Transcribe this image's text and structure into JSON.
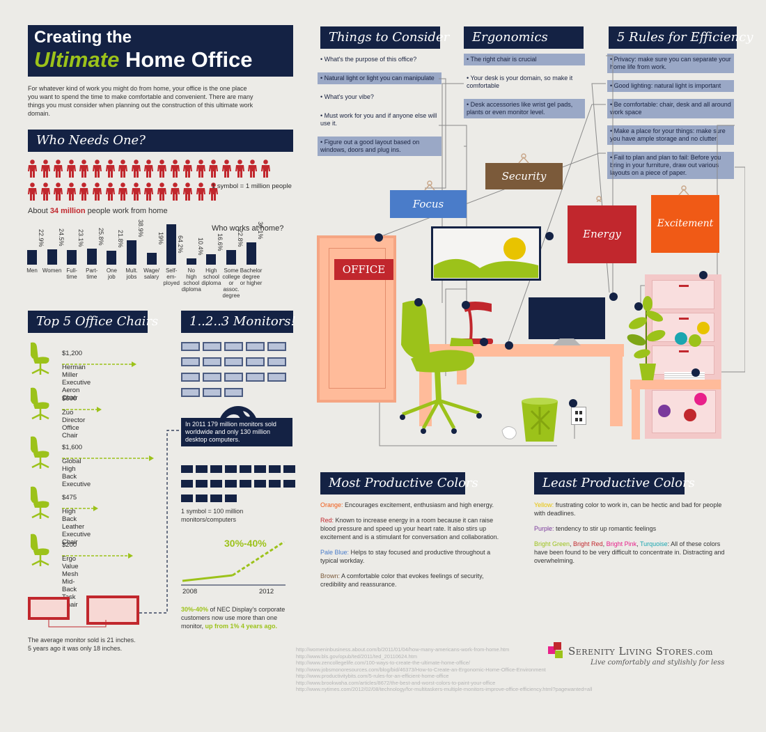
{
  "title": {
    "line1": "Creating the",
    "highlight": "Ultimate",
    "line2": "Home Office"
  },
  "intro": "For whatever kind of work you might do from home, your office is the one place you want to spend the time to make comfortable and convenient. There are many things you must consider when planning out the construction of this ultimate work domain.",
  "who_needs": {
    "heading": "Who Needs One?",
    "legend": "1 symbol = 1 million people",
    "summary_pre": "About ",
    "summary_num": "34 million",
    "summary_post": " people work from home",
    "chart_title": "Who works at home?"
  },
  "chart_data": {
    "type": "bar",
    "title": "Who works at home?",
    "categories": [
      "Men",
      "Women",
      "Full-time",
      "Part-time",
      "One job",
      "Mult. jobs",
      "Wage/ salary",
      "Self-employed",
      "No high school diploma",
      "High school diploma",
      "Some college or assoc. degree",
      "Bachelor degree or higher"
    ],
    "category_labels": [
      "Men",
      "Women",
      "Full-\ntime",
      "Part-\ntime",
      "One\njob",
      "Mult.\njobs",
      "Wage/\nsalary",
      "Self-\nem-\nployed",
      "No\nhigh\nschool\ndiploma",
      "High\nschool\ndiploma",
      "Some\ncollege\nor\nassoc.\ndegree",
      "Bachelor\ndegree\nor higher"
    ],
    "values": [
      22.9,
      24.5,
      23.1,
      25.8,
      21.8,
      38.9,
      19,
      64.2,
      10.4,
      16.6,
      22.8,
      36.1
    ],
    "value_labels": [
      "22.9%",
      "24.5%",
      "23.1%",
      "25.8%",
      "21.8%",
      "38.9%",
      "19%",
      "64.2%",
      "10.4%",
      "16.6%",
      "22.8%",
      "36.1%"
    ],
    "ylim": [
      0,
      70
    ]
  },
  "chairs": {
    "heading": "Top 5 Office Chairs",
    "items": [
      {
        "price": "$1,200",
        "name": "Herman Miller\nExecutive Aeron Chair"
      },
      {
        "price": "$600",
        "name": "Zuo Director Office Chair"
      },
      {
        "price": "$1,600",
        "name": "Global High Back Executive"
      },
      {
        "price": "$475",
        "name": "High Back Leather\nExecutive Chair"
      },
      {
        "price": "$200",
        "name": "Ergo Value Mesh\nMid-Back Task Chair"
      }
    ]
  },
  "monitors": {
    "heading": "1..2..3 Monitors!",
    "fact": "In 2011 179 million monitors sold worldwide and only 130 million desktop computers.",
    "legend": "1 symbol = 100 million monitors/computers",
    "growth_label": "30%-40%",
    "year_start": "2008",
    "year_end": "2012",
    "nec_highlight": "30%-40%",
    "nec_mid": " of NEC Display's corporate customers now use more than one monitor, ",
    "nec_end": "up from 1% 4 years ago.",
    "avg": "The average monitor sold is 21 inches.\n5 years ago it was only 18 inches."
  },
  "consider": {
    "heading": "Things to Consider",
    "items": [
      "• What's the purpose of this office?",
      "• Natural light or light you can manipulate",
      "• What's your vibe?",
      "• Must work for you and if anyone else will use it.",
      "• Figure out a good layout based on windows, doors and plug ins."
    ]
  },
  "ergonomics": {
    "heading": "Ergonomics",
    "items": [
      "• The right chair is crucial",
      "• Your desk is your domain, so make it comfortable",
      "• Desk accessories like wrist gel pads, plants or even monitor level."
    ]
  },
  "rules": {
    "heading": "5 Rules for Efficiency",
    "items": [
      "• Privacy: make sure you can separate your home life from work.",
      "• Good lighting: natural light is important",
      "• Be comfortable: chair, desk and all around work space",
      "• Make a place for your things: make sure you have ample storage and no clutter",
      "• Fail to plan and plan to fail: Before you bring in your furniture, draw out various layouts on a piece of paper."
    ]
  },
  "tags": {
    "focus": "Focus",
    "security": "Security",
    "energy": "Energy",
    "excitement": "Excitement",
    "office": "OFFICE"
  },
  "colors": {
    "orange": "#f05a16",
    "red": "#c1272d",
    "blue": "#4a7cc9",
    "brown": "#7b5a3a",
    "green": "#9cc21a",
    "navy": "#142244",
    "yellow": "#e8c300",
    "purple": "#7a3a9c",
    "pink": "#e8208a",
    "turquoise": "#1aa6b0"
  },
  "most": {
    "heading": "Most Productive Colors",
    "items": [
      {
        "name": "Orange:",
        "text": " Encourages excitement, enthusiasm and high energy."
      },
      {
        "name": "Red:",
        "text": " Known to increase energy in a room because it can raise blood pressure and speed up your heart rate. It also stirs up excitement and is a stimulant for conversation and collaboration."
      },
      {
        "name": "Pale Blue:",
        "text": " Helps to stay focused and productive throughout a typical workday."
      },
      {
        "name": "Brown:",
        "text": " A comfortable color that evokes feelings of security, credibility and reassurance."
      }
    ]
  },
  "least": {
    "heading": "Least Productive Colors",
    "yellow": {
      "name": "Yellow:",
      "text": " frustrating color to work in, can be hectic and bad for people with deadlines."
    },
    "purple": {
      "name": "Purple:",
      "text": " tendency to stir up romantic feelings"
    },
    "bg": "Bright Green",
    "br": "Bright Red",
    "bp": "Bright Pink",
    "tq": "Turquoise",
    "sep": ", ",
    "end": ": All of these colors have been found to be very difficult to concentrate in. Distracting and overwhelming."
  },
  "sources": [
    "http://womeninbusiness.about.com/b/2011/01/04/how-many-americans-work-from-home.htm",
    "http://www.bls.gov/opub/ted/2011/ted_20110624.htm",
    "http://www.zencollegelife.com/100-ways-to-create-the-ultimate-home-office/",
    "http://www.jobsmonoresources.com/blog/bid/46373/How-to-Create-an-Ergonomic-Home-Office-Environment",
    "http://www.productivitybits.com/5-rules-for-an-efficient-home-office",
    "http://www.brookwaha.com/articles/8672/the-best-and-worst-colors-to-paint-your-office",
    "http://www.nytimes.com/2012/02/08/technology/for-multitaskers-multiple-monitors-improve-office-efficiency.html?pagewanted=all"
  ],
  "brand": {
    "name": "Serenity Living Stores",
    "domain": ".com",
    "tagline": "Live comfortably and stylishly for less"
  }
}
